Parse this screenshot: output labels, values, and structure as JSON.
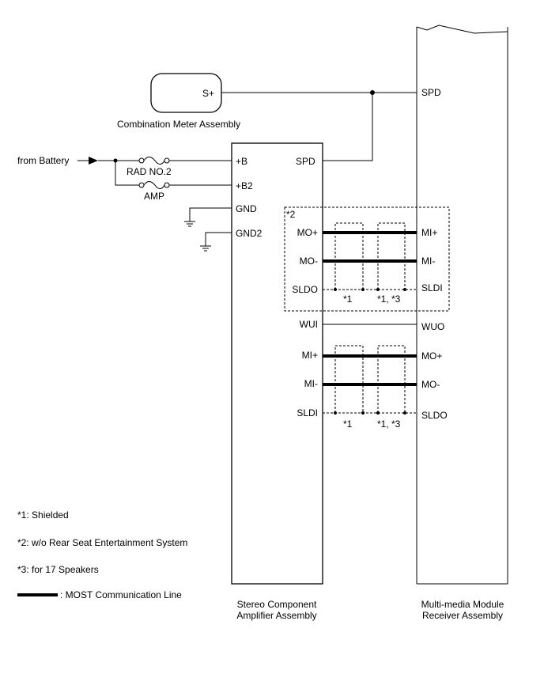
{
  "components": {
    "meter": {
      "name": "Combination Meter Assembly",
      "pin": "S+"
    },
    "amp": {
      "name_line1": "Stereo Component",
      "name_line2": "Amplifier Assembly"
    },
    "receiver": {
      "name_line1": "Multi-media Module",
      "name_line2": "Receiver Assembly"
    }
  },
  "power": {
    "source": "from Battery",
    "fuse1": "RAD NO.2",
    "fuse2": "AMP"
  },
  "amp_pins": {
    "b": "+B",
    "b2": "+B2",
    "gnd": "GND",
    "gnd2": "GND2",
    "spd": "SPD",
    "mo_plus": "MO+",
    "mo_minus": "MO-",
    "sldo": "SLDO",
    "wui": "WUI",
    "mi_plus": "MI+",
    "mi_minus": "MI-",
    "sldi": "SLDI"
  },
  "receiver_pins": {
    "spd": "SPD",
    "mi_plus": "MI+",
    "mi_minus": "MI-",
    "sldi": "SLDI",
    "wuo": "WUO",
    "mo_plus": "MO+",
    "mo_minus": "MO-",
    "sldo": "SLDO"
  },
  "shield_marks": {
    "group_note": "*2",
    "upper_left": "*1",
    "upper_right": "*1, *3",
    "lower_left": "*1",
    "lower_right": "*1, *3"
  },
  "legend": {
    "note1": "*1: Shielded",
    "note2": "*2: w/o Rear Seat Entertainment System",
    "note3": "*3: for 17 Speakers",
    "most": ": MOST Communication Line"
  }
}
